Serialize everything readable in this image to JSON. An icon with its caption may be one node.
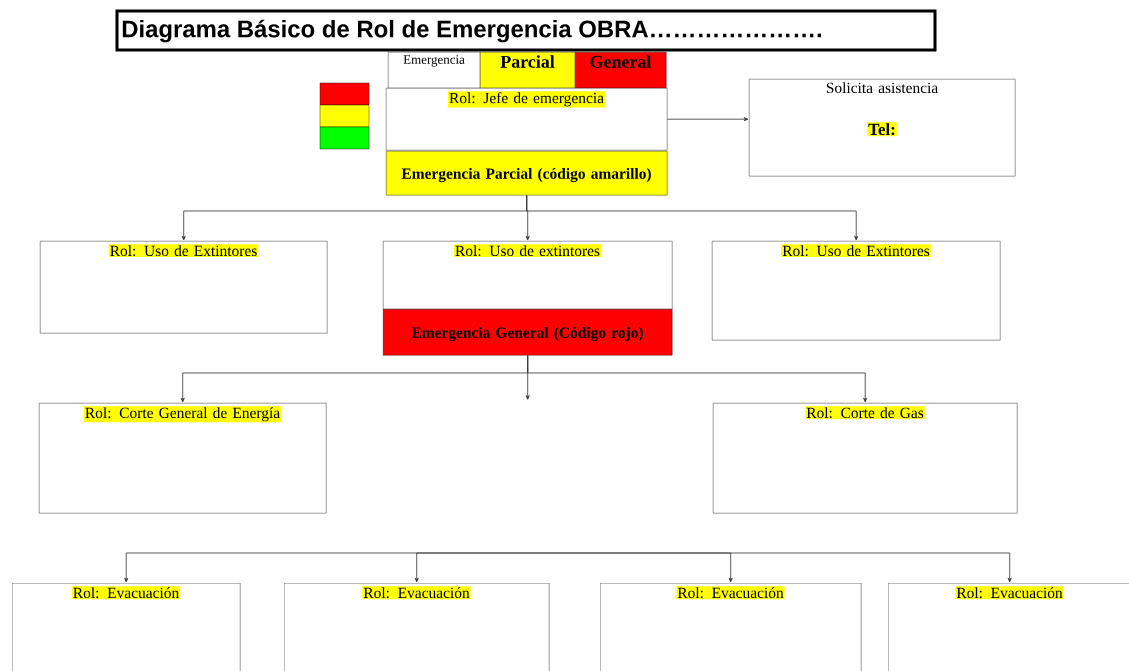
{
  "diagram": {
    "title": "Diagrama Básico de Rol de Emergencia OBRA………………….",
    "nodes": [
      {
        "text": [
          "Emergencia"
        ]
      },
      {
        "text": [
          "Parcial"
        ]
      },
      {
        "text": [
          "General"
        ]
      },
      {
        "text": [
          "Rol: Jefe de emergencia"
        ]
      },
      {
        "text": [
          "Emergencia Parcial (código amarillo)"
        ]
      },
      {
        "text": [
          "Solicita asistencia",
          "Tel:"
        ]
      },
      {
        "text": [
          "Rol: Uso de Extintores"
        ]
      },
      {
        "text": [
          "Rol: Uso de extintores"
        ]
      },
      {
        "text": [
          "Emergencia General (Código rojo)"
        ]
      },
      {
        "text": [
          "Rol: Uso de Extintores"
        ]
      },
      {
        "text": [
          "Rol: Corte General de Energía"
        ]
      },
      {
        "text": [
          "Rol: Corte de Gas"
        ]
      },
      {
        "text": [
          "Rol: Evacuación"
        ]
      },
      {
        "text": [
          "Rol: Evacuación"
        ]
      },
      {
        "text": [
          "Rol: Evacuación"
        ]
      },
      {
        "text": [
          "Rol: Evacuación"
        ]
      }
    ],
    "edges": [
      {
        "from": 3,
        "to": 5,
        "arrow": "to"
      },
      {
        "from": 4,
        "to": 6,
        "arrow": "to"
      },
      {
        "from": 4,
        "to": 7,
        "arrow": "to"
      },
      {
        "from": 4,
        "to": 9,
        "arrow": "to"
      },
      {
        "from": 8,
        "to": 10,
        "arrow": "to"
      },
      {
        "from": 8,
        "to": null,
        "arrow": "to"
      },
      {
        "from": 8,
        "to": 11,
        "arrow": "to"
      },
      {
        "from": null,
        "to": 12,
        "arrow": "to"
      },
      {
        "from": null,
        "to": 13,
        "arrow": "to"
      },
      {
        "from": null,
        "to": 14,
        "arrow": "to"
      },
      {
        "from": null,
        "to": 15,
        "arrow": "to"
      }
    ]
  }
}
